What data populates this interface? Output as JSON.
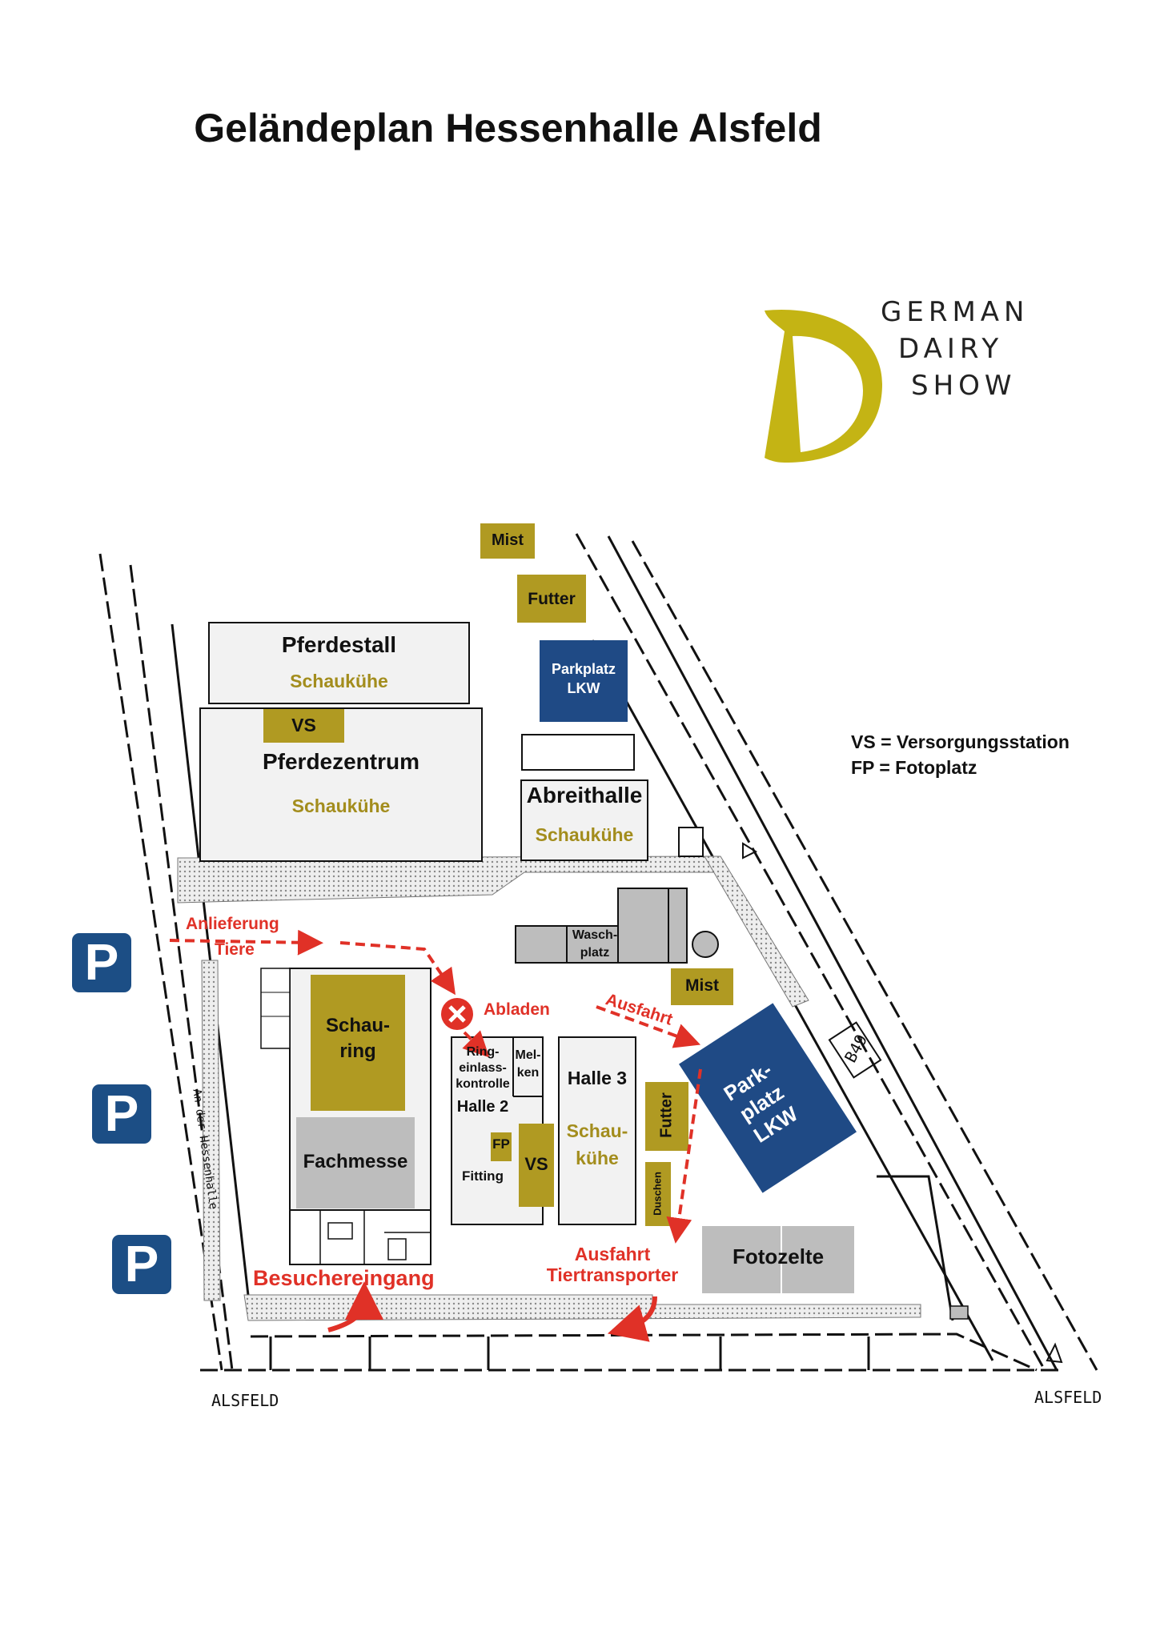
{
  "title": "Geländeplan Hessenhalle Alsfeld",
  "logo": {
    "letter": "D",
    "line1": "GERMAN",
    "line2": "DAIRY",
    "line3": "SHOW",
    "color": "#c4b414"
  },
  "legend": {
    "vs": "VS = Versorgungsstation",
    "fp": "FP = Fotoplatz"
  },
  "colors": {
    "gold": "#b09a22",
    "blue": "#1f4a85",
    "grey": "#bdbdbd",
    "red": "#e03127",
    "light": "#f2f2f2"
  },
  "buildings": {
    "mist_top": "Mist",
    "futter_top": "Futter",
    "parkplatz_lkw_top": {
      "line1": "Parkplatz",
      "line2": "LKW"
    },
    "pferdestall": {
      "name": "Pferdestall",
      "sub": "Schaukühe"
    },
    "pferdezentrum": {
      "name": "Pferdezentrum",
      "sub": "Schaukühe",
      "badge": "VS"
    },
    "abreithalle": {
      "name": "Abreithalle",
      "sub": "Schaukühe"
    },
    "waschplatz": {
      "line1": "Wasch-",
      "line2": "platz"
    },
    "mist_mid": "Mist",
    "schauring": {
      "line1": "Schau-",
      "line2": "ring"
    },
    "fachmesse": "Fachmesse",
    "ringeinlass": {
      "line1": "Ring-",
      "line2": "einlass-",
      "line3": "kontrolle"
    },
    "melken": {
      "line1": "Mel-",
      "line2": "ken"
    },
    "halle2": "Halle 2",
    "fp": "FP",
    "fitting": "Fitting",
    "vs_mid": "VS",
    "halle3": {
      "name": "Halle 3",
      "sub1": "Schau-",
      "sub2": "kühe"
    },
    "futter_side": "Futter",
    "duschen": "Duschen",
    "parkplatz_lkw_big": {
      "line1": "Park-",
      "line2": "platz",
      "line3": "LKW"
    },
    "fotozelte": "Fotozelte"
  },
  "routes": {
    "anlieferung": {
      "line1": "Anlieferung",
      "line2": "Tiere"
    },
    "abladen": "Abladen",
    "ausfahrt": "Ausfahrt",
    "ausfahrt_tt": {
      "line1": "Ausfahrt",
      "line2": "Tiertransporter"
    },
    "besuchereingang": "Besuchereingang"
  },
  "roads": {
    "street": "An der Hessenhalle",
    "b49": "B49",
    "alsfeld_left": "ALSFELD",
    "alsfeld_right": "ALSFELD"
  },
  "parking": [
    "P",
    "P",
    "P"
  ]
}
